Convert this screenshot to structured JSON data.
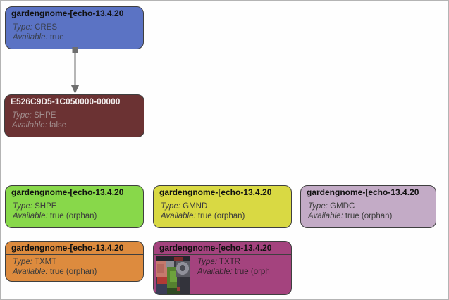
{
  "view": {
    "background": "#fefefe",
    "border_color": "#b4b4b4",
    "connector_color": "#6e6e6e"
  },
  "labels": {
    "type": "Type:",
    "available": "Available:"
  },
  "nodes": [
    {
      "title": "gardengnome-[echo-13.4.20",
      "type": "CRES",
      "available": "true",
      "bg": "#5b73c4",
      "title_color": "#111111",
      "text_color": "#3a4050",
      "divider": "#3a4563"
    },
    {
      "title": "E526C9D5-1C050000-00000",
      "type": "SHPE",
      "available": "false",
      "bg": "#6b3233",
      "title_color": "#f2eded",
      "text_color": "#a38f8f",
      "divider": "#8a5f60"
    },
    {
      "title": "gardengnome-[echo-13.4.20",
      "type": "SHPE",
      "available": "true (orphan)",
      "bg": "#88d84a",
      "title_color": "#111111",
      "text_color": "#3c3c3c",
      "divider": "#3f3f3f"
    },
    {
      "title": "gardengnome-[echo-13.4.20",
      "type": "GMND",
      "available": "true (orphan)",
      "bg": "#d9d943",
      "title_color": "#111111",
      "text_color": "#3c3c3c",
      "divider": "#3f3f3f"
    },
    {
      "title": "gardengnome-[echo-13.4.20",
      "type": "GMDC",
      "available": "true (orphan)",
      "bg": "#c3abc6",
      "title_color": "#111111",
      "text_color": "#3c3c3c",
      "divider": "#3f3f3f"
    },
    {
      "title": "gardengnome-[echo-13.4.20",
      "type": "TXMT",
      "available": "true (orphan)",
      "bg": "#dd8b3e",
      "title_color": "#111111",
      "text_color": "#3c3c3c",
      "divider": "#3f3f3f"
    },
    {
      "title": "gardengnome-[echo-13.4.20",
      "type": "TXTR",
      "available": "true (orph",
      "bg": "#a4437e",
      "title_color": "#111111",
      "text_color": "#33232c",
      "divider": "#3f3f3f"
    }
  ]
}
